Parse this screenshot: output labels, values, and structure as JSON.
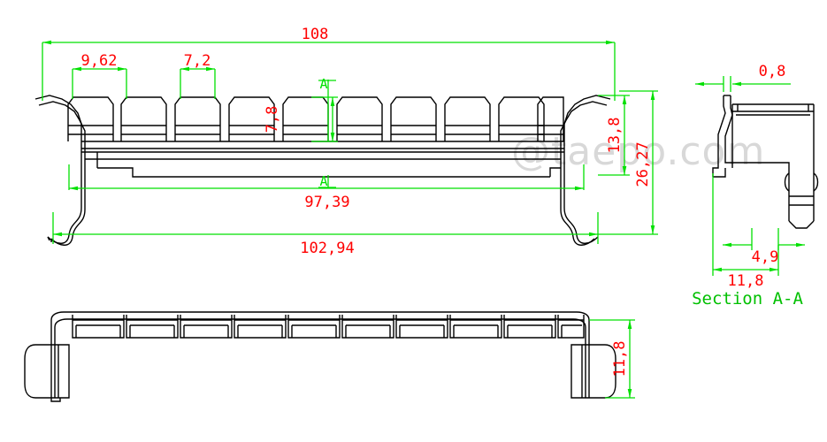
{
  "drawing": {
    "watermark": "@taepo.com",
    "line_colors": {
      "part_outline": "#000000",
      "dimension": "#00e000",
      "dimension_text": "#ff0000",
      "section_label": "#00e000",
      "background": "#ffffff",
      "watermark": "#d8d8d8"
    },
    "views": [
      {
        "name": "front-view",
        "tooth_count": 10
      },
      {
        "name": "section-view",
        "label": "Section A-A"
      },
      {
        "name": "bottom-view",
        "tooth_count": 10
      }
    ]
  },
  "dimensions": {
    "overall_length": "108",
    "pitch_a": "9,62",
    "tooth_width": "7,2",
    "tooth_height": "7,8",
    "inner_length": "97,39",
    "outer_length": "102,94",
    "body_height": "13,8",
    "total_height": "26,27",
    "section_thickness": "0,8",
    "section_foot_width": "4,9",
    "section_width": "11,8",
    "plan_depth": "11,8"
  },
  "labels": {
    "section_title": "Section A-A",
    "section_mark_top": "A",
    "section_mark_bottom": "A"
  }
}
